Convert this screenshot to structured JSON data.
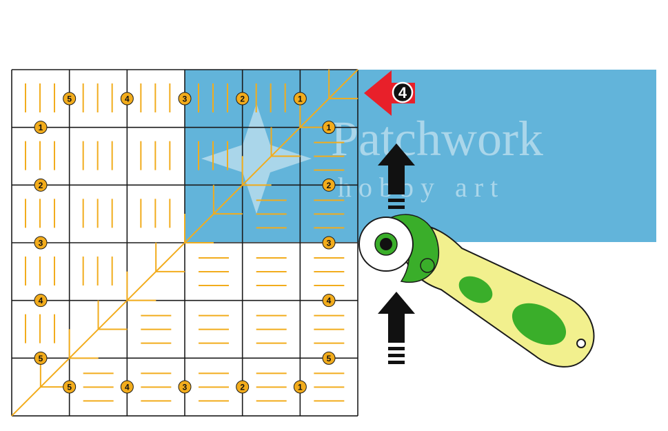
{
  "watermark": {
    "line1": "Patchwork",
    "line2": "h o b b y   a r t"
  },
  "colors": {
    "fabric_blue": "#62b4da",
    "ruler_line": "#1a1a1a",
    "marking_orange": "#f2ac1c",
    "step_arrow_red": "#e8202a",
    "cut_arrow": "#111111",
    "cutter_handle": "#f2f08e",
    "cutter_green": "#3aae2a",
    "watermark": "#e6f2f8"
  },
  "icons": {
    "step_arrow": "left-arrow-icon",
    "cut_direction": "up-arrow-icon",
    "tool": "rotary-cutter-icon"
  },
  "step_number": "4",
  "top_row_numbers": [
    "5",
    "4",
    "3",
    "2",
    "1"
  ],
  "bottom_row_numbers": [
    "5",
    "4",
    "3",
    "2",
    "1"
  ],
  "left_column_numbers": [
    "1",
    "2",
    "3",
    "4",
    "5"
  ],
  "right_column_numbers": [
    "1",
    "2",
    "3",
    "4",
    "5"
  ]
}
